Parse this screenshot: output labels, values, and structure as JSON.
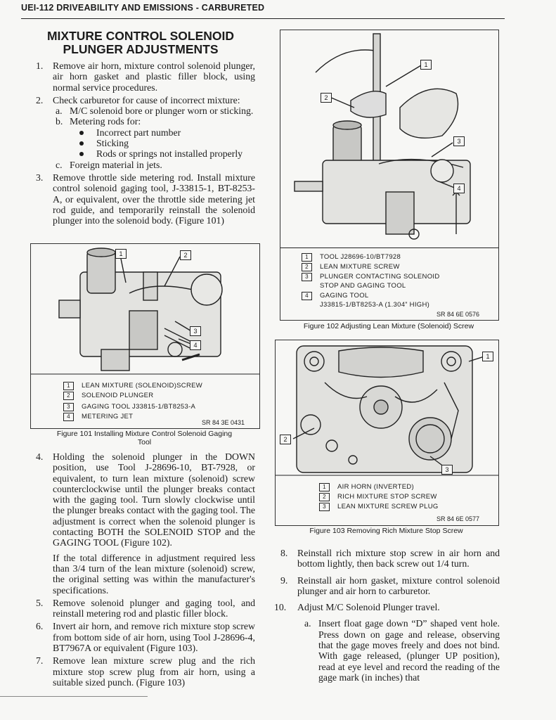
{
  "header": "UEI-112 DRIVEABILITY AND EMISSIONS - CARBURETED",
  "title_line1": "MIXTURE CONTROL SOLENOID",
  "title_line2": "PLUNGER ADJUSTMENTS",
  "steps": {
    "s1": {
      "num": "1.",
      "text": "Remove air horn, mixture control solenoid plunger, air horn gasket and plastic filler block, using normal service procedures."
    },
    "s2": {
      "num": "2.",
      "text": "Check carburetor for cause of incorrect mixture:",
      "a": {
        "letter": "a.",
        "text": "M/C solenoid bore or plunger worn or sticking."
      },
      "b": {
        "letter": "b.",
        "text": "Metering rods for:",
        "bullets": [
          "Incorrect part number",
          "Sticking",
          "Rods or springs not installed properly"
        ]
      },
      "c": {
        "letter": "c.",
        "text": "Foreign material in jets."
      }
    },
    "s3": {
      "num": "3.",
      "text": "Remove throttle side metering rod. Install mixture control solenoid gaging tool, J-33815-1, BT-8253-A, or equivalent, over the throttle side metering jet rod guide, and temporarily reinstall the solenoid plunger into the solenoid body. (Figure 101)"
    },
    "s4": {
      "num": "4.",
      "text": "Holding the solenoid plunger in the DOWN position, use Tool J-28696-10, BT-7928, or equivalent, to turn lean mixture (solenoid) screw counterclockwise until the plunger breaks contact with the gaging tool. Turn slowly clockwise until the plunger breaks contact with the gaging tool. The adjustment is correct when the solenoid plunger is contacting BOTH the SOLENOID STOP and the GAGING TOOL (Figure 102).",
      "para": "If the total difference in adjustment required less than 3/4 turn of the lean mixture (solenoid) screw, the original setting was within the manufacturer's specifications."
    },
    "s5": {
      "num": "5.",
      "text": "Remove solenoid plunger and gaging tool, and reinstall metering rod and plastic filler block."
    },
    "s6": {
      "num": "6.",
      "text": "Invert air horn, and remove rich mixture stop screw from bottom side of air horn, using Tool J-28696-4, BT7967A or equivalent (Figure 103)."
    },
    "s7": {
      "num": "7.",
      "text": "Remove lean mixture screw plug and the rich mixture stop screw plug from air horn, using a suitable sized punch. (Figure 103)"
    },
    "s8": {
      "num": "8.",
      "text": "Reinstall rich mixture stop screw in air horn and bottom lightly, then back screw out 1/4 turn."
    },
    "s9": {
      "num": "9.",
      "text": "Reinstall air horn gasket, mixture control solenoid plunger and air horn to carburetor."
    },
    "s10": {
      "num": "10.",
      "text": "Adjust M/C Solenoid Plunger travel.",
      "a": {
        "letter": "a.",
        "text": "Insert float gage down “D” shaped vent hole. Press down on gage and release, observing that the gage moves freely and does not bind. With gage released, (plunger UP position), read at eye level and record the reading of the gage mark (in inches) that"
      }
    }
  },
  "fig101": {
    "legend": [
      "LEAN MIXTURE (SOLENOID)SCREW",
      "SOLENOID PLUNGER",
      "GAGING TOOL J33815-1/BT8253-A",
      "METERING JET"
    ],
    "keys": [
      "1",
      "2",
      "3",
      "4"
    ],
    "code": "SR 84 3E 0431",
    "caption_line1": "Figure 101 Installing Mixture Control Solenoid Gaging",
    "caption_line2": "Tool"
  },
  "fig102": {
    "legend": [
      "TOOL J28696-10/BT7928",
      "LEAN MIXTURE SCREW",
      "PLUNGER CONTACTING SOLENOID",
      "STOP AND GAGING TOOL",
      "GAGING TOOL",
      "J33815-1/BT8253-A (1.304” HIGH)"
    ],
    "keys": [
      "1",
      "2",
      "3",
      "4"
    ],
    "code": "SR 84 6E 0576",
    "caption": "Figure 102 Adjusting Lean Mixture (Solenoid) Screw"
  },
  "fig103": {
    "legend": [
      "AIR HORN (INVERTED)",
      "RICH MIXTURE STOP SCREW",
      "LEAN MIXTURE SCREW PLUG"
    ],
    "keys": [
      "1",
      "2",
      "3"
    ],
    "code": "SR 84 6E 0577",
    "caption": "Figure 103 Removing Rich Mixture Stop Screw"
  }
}
